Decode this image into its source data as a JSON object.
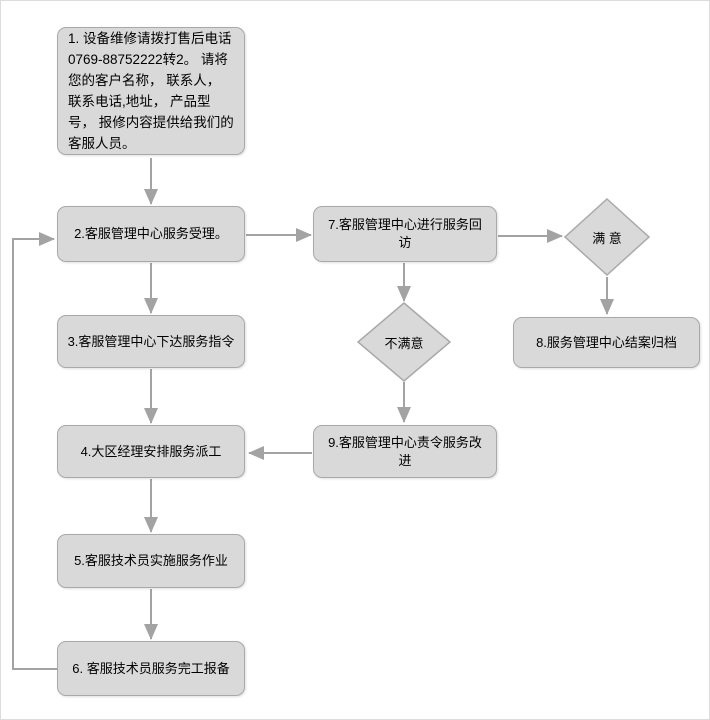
{
  "diagram": {
    "type": "flowchart",
    "colors": {
      "background": "#ffffff",
      "node_fill": "#d9d9d9",
      "node_border": "#a9a9a9",
      "arrow": "#a3a3a3",
      "text": "#000000"
    },
    "nodes": {
      "step1": {
        "shape": "rounded-rect",
        "label": "1. 设备维修请拨打售后电话0769-88752222转2。 请将您的客户名称， 联系人， 联系电话,地址， 产品型号， 报修内容提供给我们的客服人员。"
      },
      "step2": {
        "shape": "rounded-rect",
        "label": "2.客服管理中心服务受理。"
      },
      "step3": {
        "shape": "rounded-rect",
        "label": "3.客服管理中心下达服务指令"
      },
      "step4": {
        "shape": "rounded-rect",
        "label": "4.大区经理安排服务派工"
      },
      "step5": {
        "shape": "rounded-rect",
        "label": "5.客服技术员实施服务作业"
      },
      "step6": {
        "shape": "rounded-rect",
        "label": "6. 客服技术员服务完工报备"
      },
      "step7": {
        "shape": "rounded-rect",
        "label": "7.客服管理中心进行服务回访"
      },
      "step8": {
        "shape": "rounded-rect",
        "label": "8.服务管理中心结案归档"
      },
      "step9": {
        "shape": "rounded-rect",
        "label": "9.客服管理中心责令服务改进"
      },
      "decision_satisfied": {
        "shape": "diamond",
        "label": "满 意"
      },
      "decision_unsatisfied": {
        "shape": "diamond",
        "label": "不满意"
      }
    },
    "edges": [
      {
        "from": "step1",
        "to": "step2"
      },
      {
        "from": "step2",
        "to": "step3"
      },
      {
        "from": "step3",
        "to": "step4"
      },
      {
        "from": "step4",
        "to": "step5"
      },
      {
        "from": "step5",
        "to": "step6"
      },
      {
        "from": "step6",
        "to": "step2"
      },
      {
        "from": "step2",
        "to": "step7"
      },
      {
        "from": "step7",
        "to": "decision_satisfied"
      },
      {
        "from": "decision_satisfied",
        "to": "step8"
      },
      {
        "from": "step7",
        "to": "decision_unsatisfied"
      },
      {
        "from": "decision_unsatisfied",
        "to": "step9"
      },
      {
        "from": "step9",
        "to": "step4"
      }
    ]
  }
}
